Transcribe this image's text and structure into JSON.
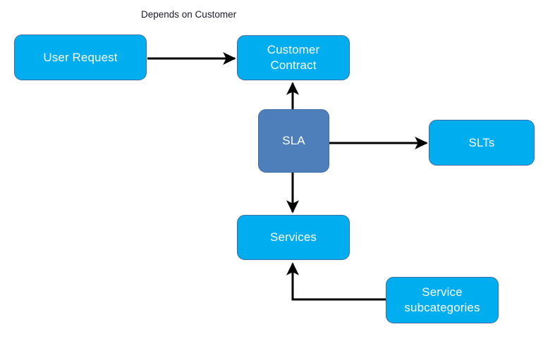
{
  "diagram": {
    "title_caption": "Depends on Customer",
    "background": "#ffffff",
    "palette": {
      "node_fill": "#00aeef",
      "node_accent_fill": "#4e7fba",
      "node_border": "#3d6da8",
      "node_text": "#ffffff",
      "caption_text": "#1a1a2e",
      "edge_stroke": "#000000"
    },
    "nodes": [
      {
        "id": "user-request",
        "label": "User Request",
        "fill": "#00aeef",
        "shape": "rounded-rectangle"
      },
      {
        "id": "customer-contract",
        "label": "Customer\nContract",
        "fill": "#00aeef",
        "shape": "rounded-rectangle"
      },
      {
        "id": "sla",
        "label": "SLA",
        "fill": "#4e7fba",
        "shape": "rounded-rectangle"
      },
      {
        "id": "slts",
        "label": "SLTs",
        "fill": "#00aeef",
        "shape": "rounded-rectangle"
      },
      {
        "id": "services",
        "label": "Services",
        "fill": "#00aeef",
        "shape": "rounded-rectangle"
      },
      {
        "id": "service-subcategories",
        "label": "Service\nsubcategories",
        "fill": "#00aeef",
        "shape": "rounded-rectangle"
      }
    ],
    "edges": [
      {
        "id": "user-request-to-customer-contract",
        "from": "user-request",
        "to": "customer-contract",
        "label": "Depends on Customer",
        "style": "straight-arrow",
        "direction": "right"
      },
      {
        "id": "sla-to-customer-contract",
        "from": "sla",
        "to": "customer-contract",
        "label": "",
        "style": "straight-arrow",
        "direction": "up"
      },
      {
        "id": "sla-to-slts",
        "from": "sla",
        "to": "slts",
        "label": "",
        "style": "straight-arrow",
        "direction": "right"
      },
      {
        "id": "sla-to-services",
        "from": "sla",
        "to": "services",
        "label": "",
        "style": "straight-arrow",
        "direction": "down"
      },
      {
        "id": "service-subcategories-to-services",
        "from": "service-subcategories",
        "to": "services",
        "label": "",
        "style": "elbow-arrow",
        "direction": "up"
      }
    ]
  }
}
